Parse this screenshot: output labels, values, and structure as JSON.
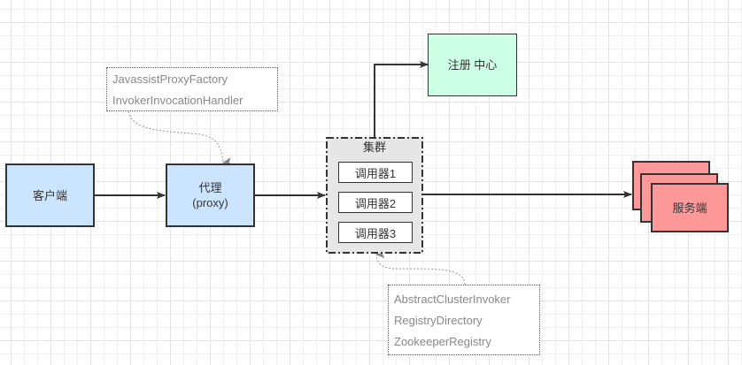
{
  "nodes": {
    "client": {
      "label": "客户端"
    },
    "proxy": {
      "label": "代理",
      "sublabel": "(proxy)"
    },
    "registry": {
      "label": "注册 中心"
    },
    "cluster": {
      "title": "集群",
      "invokers": [
        "调用器1",
        "调用器2",
        "调用器3"
      ]
    },
    "provider": {
      "label": "服务端"
    }
  },
  "notes": {
    "proxy_note": [
      "JavassistProxyFactory",
      "InvokerInvocationHandler"
    ],
    "cluster_note": [
      "AbstractClusterInvoker",
      "RegistryDirectory",
      "ZookeeperRegistry"
    ]
  },
  "colors": {
    "client_fill": "#cce5ff",
    "registry_fill": "#ccffe6",
    "provider_fill": "#ff9999",
    "cluster_fill": "#e6e6e6",
    "stroke": "#333333",
    "note_text": "#888888"
  }
}
